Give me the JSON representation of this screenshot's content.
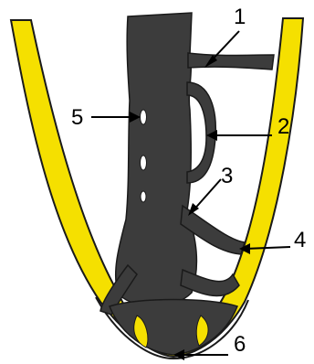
{
  "colors": {
    "background": "#ffffff",
    "yellow": "#f5e000",
    "dark": "#3c3c3c",
    "outline": "#1a1a1a",
    "arrow": "#000000"
  },
  "callouts": [
    {
      "id": "1",
      "text": "1"
    },
    {
      "id": "2",
      "text": "2"
    },
    {
      "id": "3",
      "text": "3"
    },
    {
      "id": "4",
      "text": "4"
    },
    {
      "id": "5",
      "text": "5"
    },
    {
      "id": "6",
      "text": "6"
    }
  ]
}
